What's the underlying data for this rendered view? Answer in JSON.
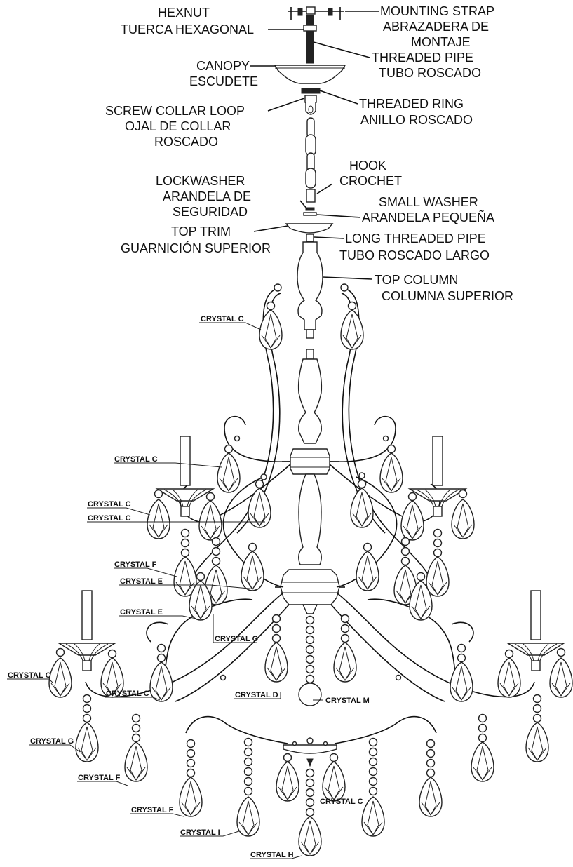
{
  "parts": {
    "hexnut_en": "HEXNUT",
    "hexnut_es": "TUERCA HEXAGONAL",
    "strap_en": "MOUNTING STRAP",
    "strap_es1": "ABRAZADERA DE",
    "strap_es2": "MONTAJE",
    "pipe_en": "THREADED PIPE",
    "pipe_es": "TUBO ROSCADO",
    "canopy_en": "CANOPY",
    "canopy_es": "ESCUDETE",
    "ring_en": "THREADED RING",
    "ring_es": "ANILLO ROSCADO",
    "loop_en": "SCREW COLLAR LOOP",
    "loop_es1": "OJAL DE COLLAR",
    "loop_es2": "ROSCADO",
    "hook_en": "HOOK",
    "hook_es": "CROCHET",
    "lock_en": "LOCKWASHER",
    "lock_es1": "ARANDELA DE",
    "lock_es2": "SEGURIDAD",
    "washer_en": "SMALL WASHER",
    "washer_es": "ARANDELA PEQUEÑA",
    "trim_en": "TOP TRIM",
    "trim_es": "GUARNICIÓN SUPERIOR",
    "longpipe_en": "LONG THREADED PIPE",
    "longpipe_es": "TUBO ROSCADO LARGO",
    "column_en": "TOP COLUMN",
    "column_es": "COLUMNA SUPERIOR"
  },
  "crystals": {
    "c1": "CRYSTAL C",
    "c2": "CRYSTAL C",
    "c3": "CRYSTAL C",
    "c4": "CRYSTAL C",
    "f1": "CRYSTAL F",
    "e1": "CRYSTAL E",
    "e2": "CRYSTAL E",
    "g1": "CRYSTAL G",
    "c5": "CRYSTAL C",
    "c6": "CRYSTAL C",
    "d1": "CRYSTAL D",
    "m1": "CRYSTAL M",
    "g2": "CRYSTAL G",
    "f2": "CRYSTAL F",
    "f3": "CRYSTAL F",
    "c7": "CRYSTAL C",
    "i1": "CRYSTAL I",
    "h1": "CRYSTAL H"
  }
}
